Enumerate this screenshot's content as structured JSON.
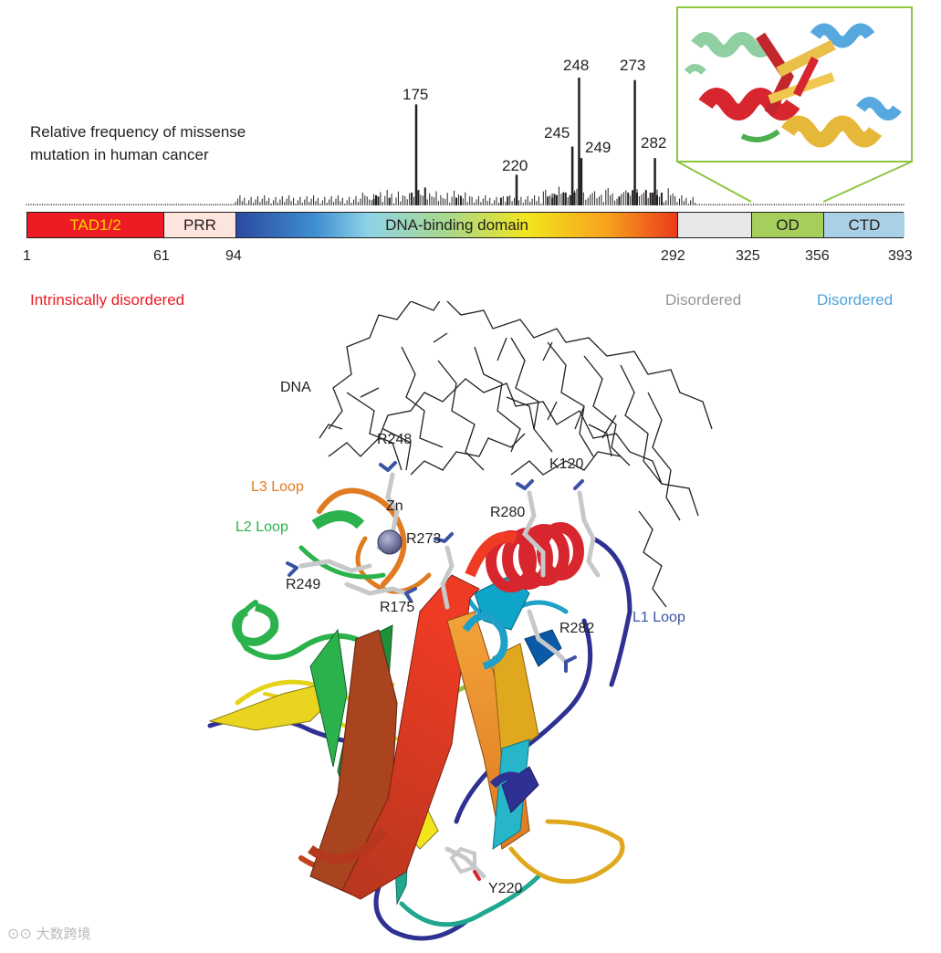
{
  "header_text": {
    "line1": "Relative frequency of missense",
    "line2": "mutation in human cancer"
  },
  "histogram": {
    "peaks": [
      {
        "label": "175",
        "position": 175,
        "relative_height": 0.79
      },
      {
        "label": "220",
        "position": 220,
        "relative_height": 0.24
      },
      {
        "label": "245",
        "position": 245,
        "relative_height": 0.46
      },
      {
        "label": "248",
        "position": 248,
        "relative_height": 1.0
      },
      {
        "label": "249",
        "position": 249,
        "relative_height": 0.37
      },
      {
        "label": "273",
        "position": 273,
        "relative_height": 0.98
      },
      {
        "label": "282",
        "position": 282,
        "relative_height": 0.37
      }
    ]
  },
  "domains": [
    {
      "label": "TAD1/2",
      "start": 1,
      "end": 61,
      "color": "#ed1c24",
      "text_color": "#ffd200"
    },
    {
      "label": "PRR",
      "start": 61,
      "end": 94,
      "color": "#fde4dc",
      "text_color": "#231f20"
    },
    {
      "label": "DNA-binding domain",
      "start": 94,
      "end": 292,
      "color": "gradient",
      "text_color": "#231f20"
    },
    {
      "label": "",
      "start": 292,
      "end": 325,
      "color": "#e6e7e8",
      "text_color": "#231f20"
    },
    {
      "label": "OD",
      "start": 325,
      "end": 356,
      "color": "#a6ce5c",
      "text_color": "#231f20"
    },
    {
      "label": "CTD",
      "start": 356,
      "end": 393,
      "color": "#a9d0e6",
      "text_color": "#231f20"
    }
  ],
  "ticks": [
    "1",
    "61",
    "94",
    "292",
    "325",
    "356",
    "393"
  ],
  "region_labels": {
    "intrinsic": "Intrinsically disordered",
    "disordered_gray": "Disordered",
    "disordered_blue": "Disordered"
  },
  "colors": {
    "intrinsic": "#ed1c24",
    "disordered_gray": "#939598",
    "disordered_blue": "#4ea4d9",
    "inset_border": "#8dc63f",
    "l3_loop": "#e07b22",
    "l2_loop": "#2bb24c",
    "l1_loop": "#3a53a4"
  },
  "structure_labels": {
    "dna": "DNA",
    "r248": "R248",
    "k120": "K120",
    "l3_loop": "L3 Loop",
    "zn": "Zn",
    "r280": "R280",
    "l2_loop": "L2 Loop",
    "r273": "R273",
    "r249": "R249",
    "r175": "R175",
    "r282": "R282",
    "l1_loop": "L1 Loop",
    "y220": "Y220"
  },
  "watermark": "大数跨境"
}
